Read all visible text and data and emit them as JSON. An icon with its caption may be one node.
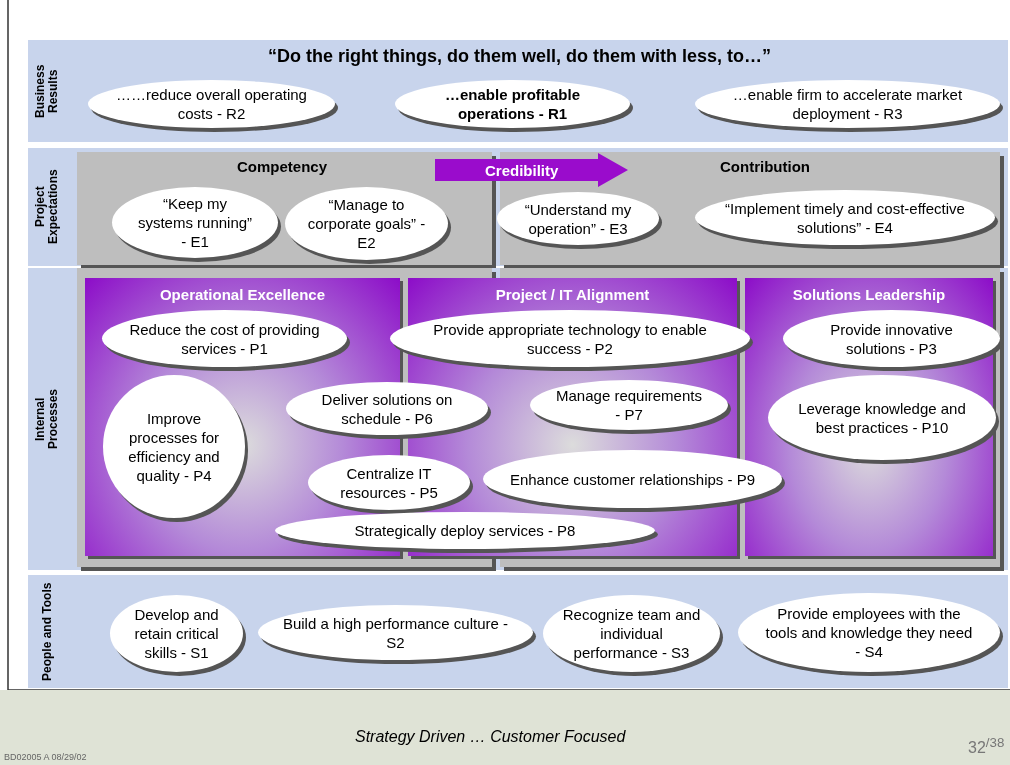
{
  "diagram": {
    "caption": "Strategy Driven … Customer Focused",
    "nodes": [
      {
        "text": [
          "Business Results",
          "“Do the right things, do them well, do them with less, to…”"
        ]
      },
      {
        "text": [
          "……reduce overall operating costs - R2"
        ],
        "in": 0
      },
      {
        "text": [
          "…enable profitable operations - R1"
        ],
        "in": 0
      },
      {
        "text": [
          "…enable firm to accelerate market deployment - R3"
        ],
        "in": 0
      },
      {
        "text": [
          "Project Expectations"
        ]
      },
      {
        "text": [
          "Competency"
        ],
        "in": 4
      },
      {
        "text": [
          "“Keep my systems running” - E1"
        ],
        "in": 5
      },
      {
        "text": [
          "“Manage to corporate goals” - E2"
        ],
        "in": 5
      },
      {
        "text": [
          "Credibility"
        ],
        "in": 4
      },
      {
        "text": [
          "Contribution"
        ],
        "in": 4
      },
      {
        "text": [
          "“Understand my operation” - E3"
        ],
        "in": 9
      },
      {
        "text": [
          "“Implement timely and cost-effective solutions” - E4"
        ],
        "in": 9
      },
      {
        "text": [
          "Internal Processes"
        ]
      },
      {
        "text": [
          "Operational Excellence"
        ],
        "in": 12
      },
      {
        "text": [
          "Reduce the cost of providing services - P1"
        ],
        "in": 13
      },
      {
        "text": [
          "Improve processes for efficiency and quality - P4"
        ],
        "in": 13
      },
      {
        "text": [
          "Project / IT Alignment"
        ],
        "in": 12
      },
      {
        "text": [
          "Manage requirements - P7"
        ],
        "in": 16
      },
      {
        "text": [
          "Solutions Leadership"
        ],
        "in": 12
      },
      {
        "text": [
          "Provide innovative solutions - P3"
        ],
        "in": 18
      },
      {
        "text": [
          "Leverage knowledge and best practices - P10"
        ],
        "in": 18
      },
      {
        "text": [
          "Provide appropriate technology to enable success - P2"
        ],
        "in": 12
      },
      {
        "text": [
          "Deliver solutions on schedule - P6"
        ],
        "in": 12
      },
      {
        "text": [
          "Centralize IT resources - P5"
        ],
        "in": 12
      },
      {
        "text": [
          "Enhance customer relationships - P9"
        ],
        "in": 12
      },
      {
        "text": [
          "Strategically deploy services - P8"
        ],
        "in": 12
      },
      {
        "text": [
          "People and Tools"
        ]
      },
      {
        "text": [
          "Develop and retain critical skills - S1"
        ],
        "in": 26
      },
      {
        "text": [
          "Build a high performance culture - S2"
        ],
        "in": 26
      },
      {
        "text": [
          "Recognize team and individual performance - S3"
        ],
        "in": 26
      },
      {
        "text": [
          "Provide employees with the tools and knowledge they need - S4"
        ],
        "in": 26
      }
    ],
    "labels": [
      "BD02005 A 08/29/02",
      "32$^{/38}$"
    ]
  }
}
